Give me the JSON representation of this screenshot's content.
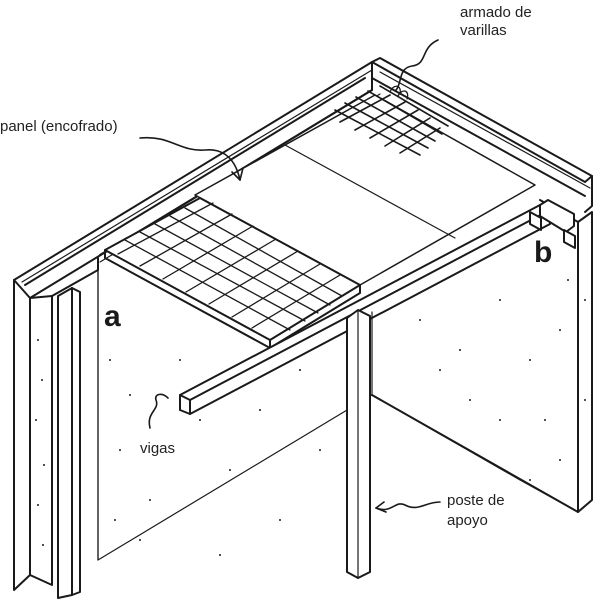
{
  "labels": {
    "rebar_line1": "armado de",
    "rebar_line2": "varillas",
    "panel": "panel (encofrado)",
    "beams": "vigas",
    "post_line1": "poste de",
    "post_line2": "apoyo",
    "point_a": "a",
    "point_b": "b"
  },
  "colors": {
    "ink": "#1a1a1a",
    "paper": "#ffffff"
  }
}
